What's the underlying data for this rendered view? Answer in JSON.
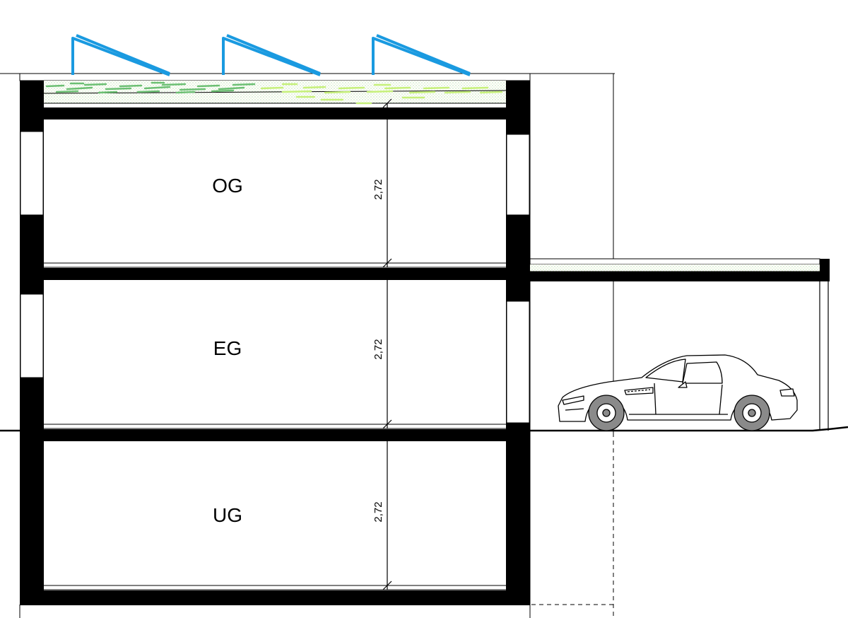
{
  "floors": [
    {
      "id": "og",
      "label": "OG",
      "height_label": "2,72"
    },
    {
      "id": "eg",
      "label": "EG",
      "height_label": "2,72"
    },
    {
      "id": "ug",
      "label": "UG",
      "height_label": "2,72"
    }
  ],
  "colors": {
    "wall": "#000000",
    "solar_frame": "#1a9ae0",
    "green_roof_dark": "#6cbf73",
    "green_roof_light": "#c6f07a",
    "car_tire": "#8a8a8a"
  },
  "icons": {
    "solar_panel": "solar-panel-icon",
    "car": "car-icon"
  }
}
